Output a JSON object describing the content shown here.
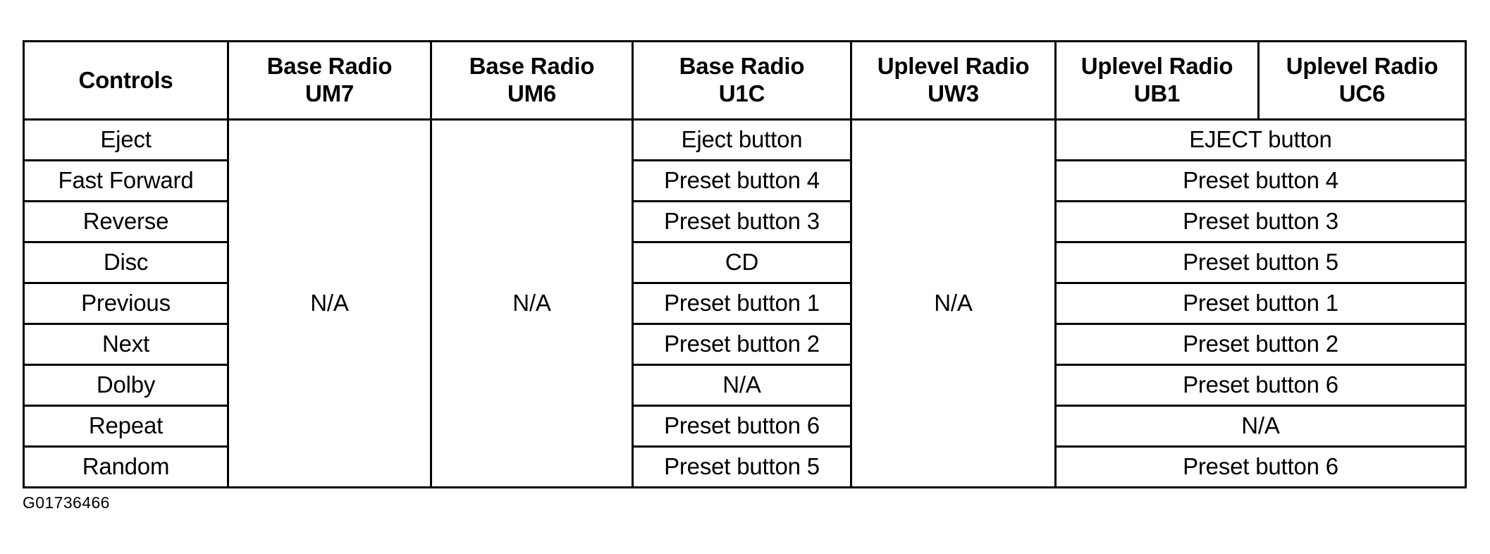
{
  "figure": {
    "caption": "G01736466"
  },
  "table": {
    "columns": [
      {
        "key": "controls",
        "line1": "Controls",
        "line2": ""
      },
      {
        "key": "um7",
        "line1": "Base Radio",
        "line2": "UM7"
      },
      {
        "key": "um6",
        "line1": "Base Radio",
        "line2": "UM6"
      },
      {
        "key": "u1c",
        "line1": "Base Radio",
        "line2": "U1C"
      },
      {
        "key": "uw3",
        "line1": "Uplevel Radio",
        "line2": "UW3"
      },
      {
        "key": "ub1",
        "line1": "Uplevel Radio",
        "line2": "UB1"
      },
      {
        "key": "uc6",
        "line1": "Uplevel Radio",
        "line2": "UC6"
      }
    ],
    "merged_values": {
      "um7": "N/A",
      "um6": "N/A",
      "uw3": "N/A"
    },
    "rows": [
      {
        "control": "Eject",
        "u1c": "Eject button",
        "uplevel": "EJECT button"
      },
      {
        "control": "Fast Forward",
        "u1c": "Preset button 4",
        "uplevel": "Preset button 4"
      },
      {
        "control": "Reverse",
        "u1c": "Preset button 3",
        "uplevel": "Preset button 3"
      },
      {
        "control": "Disc",
        "u1c": "CD",
        "uplevel": "Preset button 5"
      },
      {
        "control": "Previous",
        "u1c": "Preset button 1",
        "uplevel": "Preset button 1"
      },
      {
        "control": "Next",
        "u1c": "Preset button 2",
        "uplevel": "Preset button 2"
      },
      {
        "control": "Dolby",
        "u1c": "N/A",
        "uplevel": "Preset button 6"
      },
      {
        "control": "Repeat",
        "u1c": "Preset button 6",
        "uplevel": "N/A"
      },
      {
        "control": "Random",
        "u1c": "Preset button 5",
        "uplevel": "Preset button 6"
      }
    ]
  }
}
